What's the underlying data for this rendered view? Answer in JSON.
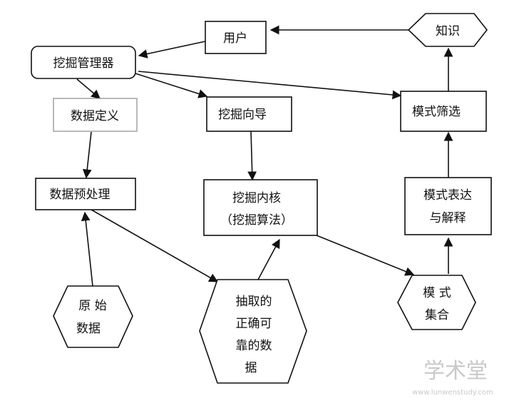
{
  "nodes": {
    "user": "用户",
    "knowledge": "知识",
    "manager": "挖掘管理器",
    "data_def": "数据定义",
    "mining_guide": "挖掘向导",
    "pattern_filter": "模式筛选",
    "preprocess": "数据预处理",
    "mining_core_line1": "挖掘内核",
    "mining_core_line2": "（挖掘算法）",
    "pattern_expr_line1": "模式表达",
    "pattern_expr_line2": "与解释",
    "raw_data_line1": "原  始",
    "raw_data_line2": "数据",
    "extracted_line1": "抽取的",
    "extracted_line2": "正确可",
    "extracted_line3": "靠的数",
    "extracted_line4": "据",
    "pattern_set_line1": "模  式",
    "pattern_set_line2": "集合"
  },
  "watermark": {
    "brand": "学术堂",
    "url": "www.lunwenstudy.com"
  }
}
